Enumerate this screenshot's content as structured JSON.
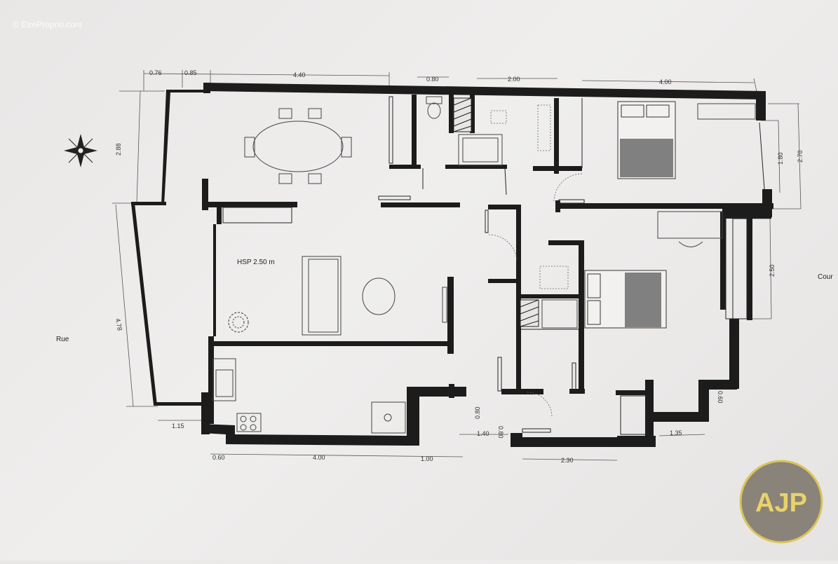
{
  "watermark": "© EtreProprio.com",
  "logo": {
    "text": "AJP",
    "colors": {
      "circle": "#8a8379",
      "ring": "#d9c55a",
      "text": "#e8d36a"
    }
  },
  "labels": {
    "height": "HSP 2.50 m",
    "street": "Rue",
    "courtyard": "Cour"
  },
  "dimensions": {
    "top_076": "0.76",
    "top_085": "0.85",
    "top_440": "4.40",
    "top_080": "0.80",
    "top_200": "2.00",
    "top_400": "4.00",
    "left_288": "2.88",
    "left_478": "4.78",
    "right_180": "1.80",
    "right_270": "2.70",
    "right_250": "2.50",
    "bottom_115": "1.15",
    "bottom_060": "0.60",
    "bottom_400": "4.00",
    "bottom_100": "1.00",
    "bottom_140": "1.40",
    "bottom_230": "2.30",
    "bottom_135": "1.35",
    "mid_080a": "0.80",
    "mid_080b": "0.80",
    "right_060": "0.60"
  },
  "colors": {
    "wall": "#1c1c1c",
    "bed": "#808080",
    "paper": "#eceae9"
  }
}
